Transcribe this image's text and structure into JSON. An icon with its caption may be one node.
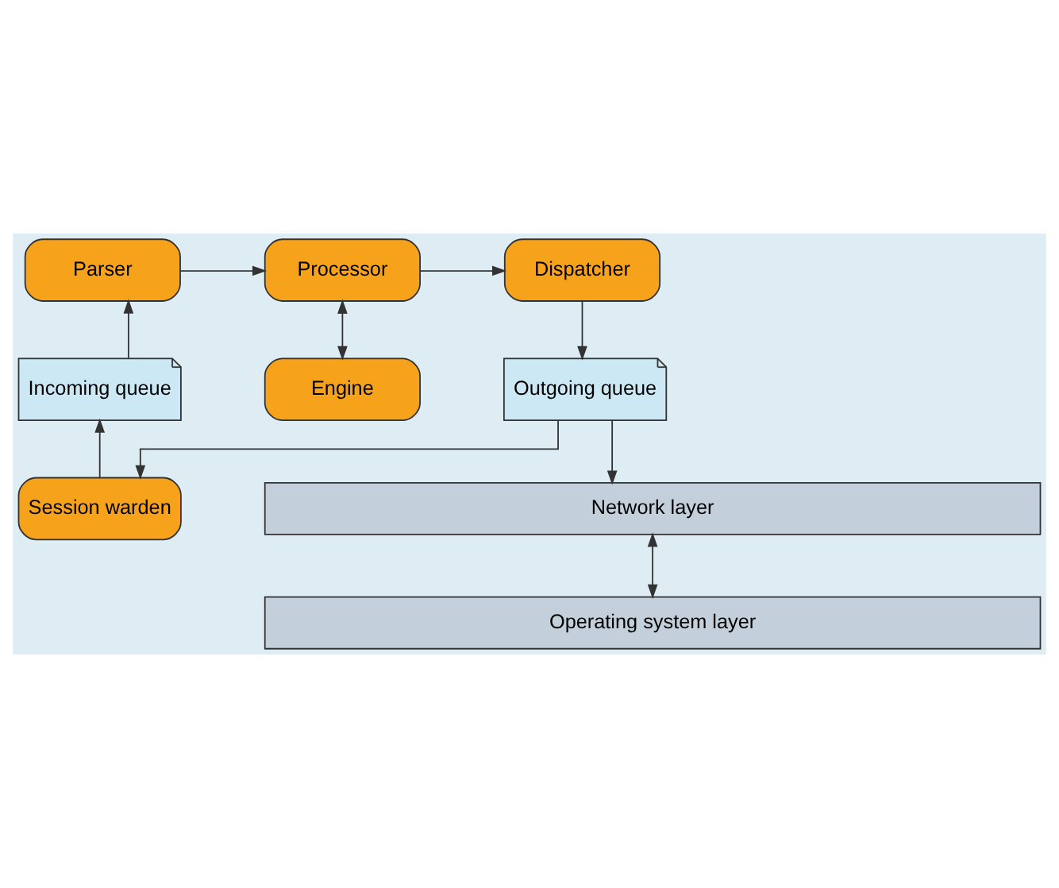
{
  "diagram": {
    "nodes": [
      {
        "text": [
          "Parser"
        ]
      },
      {
        "text": [
          "Processor"
        ]
      },
      {
        "text": [
          "Dispatcher"
        ]
      },
      {
        "text": [
          "Incoming queue"
        ]
      },
      {
        "text": [
          "Engine"
        ]
      },
      {
        "text": [
          "Outgoing queue"
        ]
      },
      {
        "text": [
          "Session warden"
        ]
      },
      {
        "text": [
          "Network layer"
        ]
      },
      {
        "text": [
          "Operating system layer"
        ]
      }
    ],
    "edges": [
      {
        "from": 0,
        "to": 1,
        "arrow": "to"
      },
      {
        "from": 1,
        "to": 2,
        "arrow": "to"
      },
      {
        "from": 1,
        "to": 4,
        "arrow": "both"
      },
      {
        "from": 3,
        "to": 0,
        "arrow": "to"
      },
      {
        "from": 2,
        "to": 5,
        "arrow": "to"
      },
      {
        "from": 6,
        "to": 3,
        "arrow": "to"
      },
      {
        "from": 5,
        "to": 6,
        "arrow": "to"
      },
      {
        "from": 5,
        "to": 7,
        "arrow": "to"
      },
      {
        "from": 7,
        "to": 8,
        "arrow": "both"
      }
    ]
  }
}
